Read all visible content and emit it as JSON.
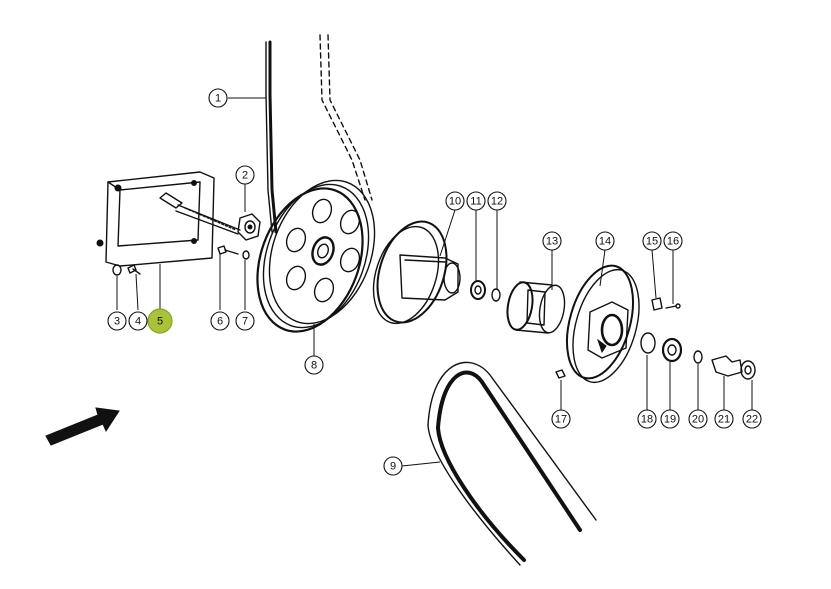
{
  "diagram": {
    "highlight_color": "#a8c23a",
    "line_color": "#111111",
    "background": "#ffffff",
    "callouts": [
      {
        "id": "1",
        "label": "1",
        "highlighted": false
      },
      {
        "id": "2",
        "label": "2",
        "highlighted": false
      },
      {
        "id": "3",
        "label": "3",
        "highlighted": false
      },
      {
        "id": "4",
        "label": "4",
        "highlighted": false
      },
      {
        "id": "5",
        "label": "5",
        "highlighted": true
      },
      {
        "id": "6",
        "label": "6",
        "highlighted": false
      },
      {
        "id": "7",
        "label": "7",
        "highlighted": false
      },
      {
        "id": "8",
        "label": "8",
        "highlighted": false
      },
      {
        "id": "9",
        "label": "9",
        "highlighted": false
      },
      {
        "id": "10",
        "label": "10",
        "highlighted": false
      },
      {
        "id": "11",
        "label": "11",
        "highlighted": false
      },
      {
        "id": "12",
        "label": "12",
        "highlighted": false
      },
      {
        "id": "13",
        "label": "13",
        "highlighted": false
      },
      {
        "id": "14",
        "label": "14",
        "highlighted": false
      },
      {
        "id": "15",
        "label": "15",
        "highlighted": false
      },
      {
        "id": "16",
        "label": "16",
        "highlighted": false
      },
      {
        "id": "17",
        "label": "17",
        "highlighted": false
      },
      {
        "id": "18",
        "label": "18",
        "highlighted": false
      },
      {
        "id": "19",
        "label": "19",
        "highlighted": false
      },
      {
        "id": "20",
        "label": "20",
        "highlighted": false
      },
      {
        "id": "21",
        "label": "21",
        "highlighted": false
      },
      {
        "id": "22",
        "label": "22",
        "highlighted": false
      }
    ]
  }
}
